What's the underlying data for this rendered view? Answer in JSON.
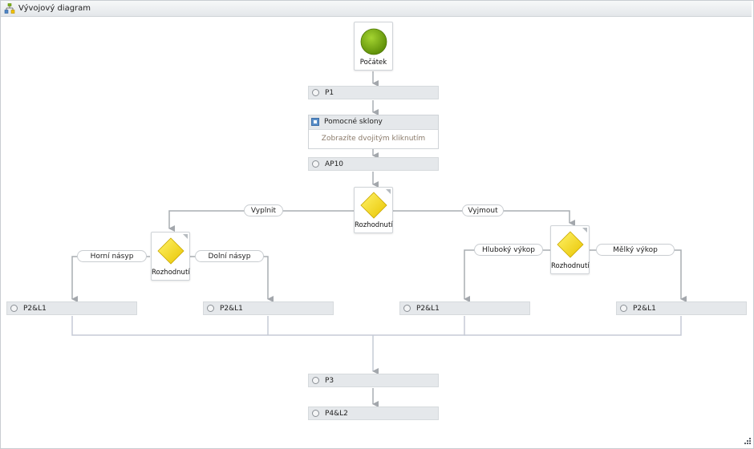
{
  "window": {
    "title": "Vývojový diagram",
    "icon": "flowchart-icon"
  },
  "start": {
    "label": "Počátek",
    "color": "#7fb214"
  },
  "steps": {
    "p1": "P1",
    "group_title": "Pomocné sklony",
    "group_hint": "Zobrazíte dvojitým kliknutím",
    "ap10": "AP10",
    "p2l1_a": "P2&L1",
    "p2l1_b": "P2&L1",
    "p2l1_c": "P2&L1",
    "p2l1_d": "P2&L1",
    "p3": "P3",
    "p4l2": "P4&L2"
  },
  "decisions": {
    "main": "Rozhodnutí",
    "left": "Rozhodnutí",
    "right": "Rozhodnutí",
    "color": "#f5d800"
  },
  "branches": {
    "vyplnit": "Vyplnit",
    "vyjmout": "Vyjmout",
    "horni_nasyp": "Horní násyp",
    "dolni_nasyp": "Dolní násyp",
    "hluboky_vykop": "Hluboký výkop",
    "melky_vykop": "Mělký výkop"
  },
  "colors": {
    "connector": "#a9adb2",
    "merge": "#c5cad6"
  }
}
